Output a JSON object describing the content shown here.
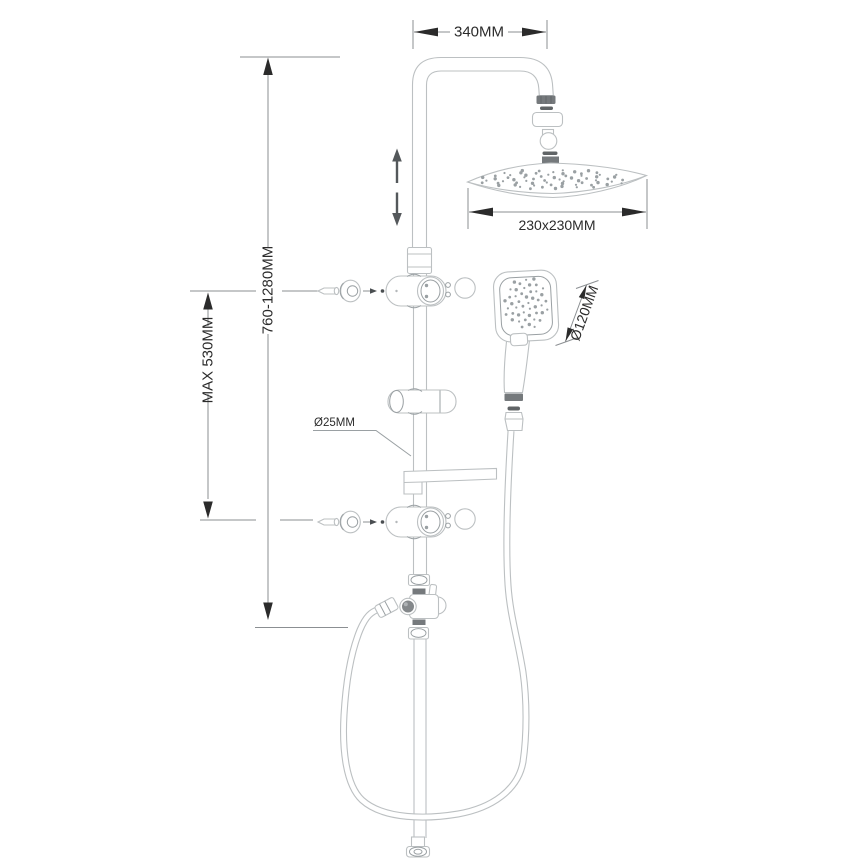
{
  "diagram": {
    "labels": {
      "arm_reach": "340MM",
      "head_size": "230x230MM",
      "column_height": "760-1280MM",
      "bracket_span": "MAX 530MM",
      "handshower_diameter": "Ø120MM",
      "pipe_diameter": "Ø25MM"
    },
    "colors": {
      "background": "#ffffff",
      "outline": "#bcc0c2",
      "outline_dark": "#9aa0a3",
      "dimension_line": "#8b8f92",
      "text": "#2b2b2b",
      "arrow": "#2b2b2b",
      "motion_arrow": "#54585b",
      "dark_part": "#75797c",
      "darker_part": "#606466",
      "nozzle_dot": "#9aa0a3"
    }
  }
}
